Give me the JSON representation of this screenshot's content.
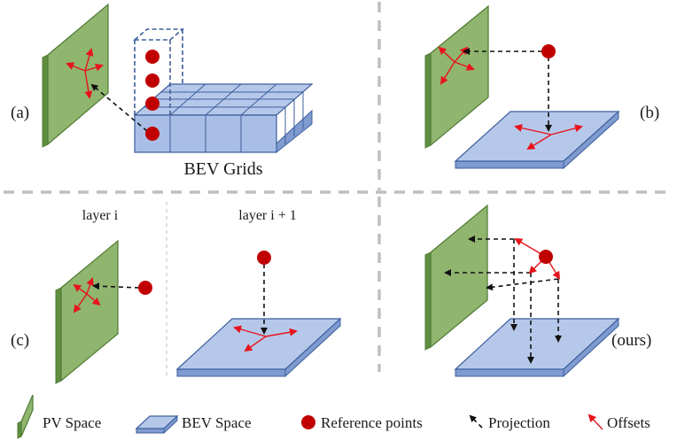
{
  "panels": {
    "a": {
      "label": "(a)",
      "caption": "BEV Grids"
    },
    "b": {
      "label": "(b)"
    },
    "c": {
      "label": "(c)",
      "layer_left": "layer i",
      "layer_right": "layer i + 1"
    },
    "ours": {
      "label": "(ours)"
    }
  },
  "legend": {
    "pv_space": "PV Space",
    "bev_space": "BEV Space",
    "reference_points": "Reference points",
    "projection": "Projection",
    "offsets": "Offsets"
  },
  "colors": {
    "pv_green": "#8fb56f",
    "bev_blue": "#b6c8ea",
    "reference_red": "#c00000",
    "offset_red": "#e8131b",
    "projection_black": "#111111"
  }
}
